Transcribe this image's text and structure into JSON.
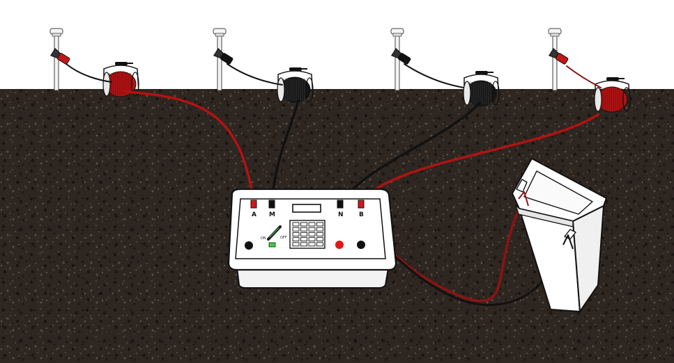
{
  "colors": {
    "soil": "#2e2620",
    "soil_dark": "#1b1612",
    "soil_light": "#5a4c40",
    "red_wire": "#b31212",
    "black_wire": "#111111",
    "device": "#ffffff"
  },
  "terminals": {
    "a": "A",
    "m": "M",
    "n": "N",
    "b": "B"
  },
  "switch": {
    "on": "ON",
    "off": "OFF"
  }
}
